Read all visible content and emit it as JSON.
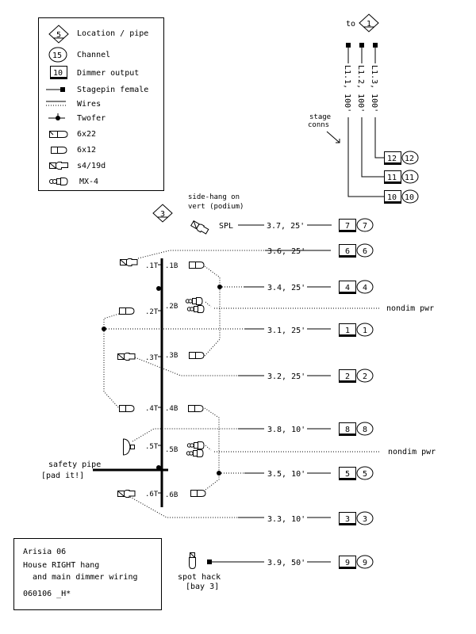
{
  "legend": {
    "items": [
      {
        "symbol": "location-diamond",
        "sample": "5",
        "label": "Location / pipe"
      },
      {
        "symbol": "channel-circle",
        "sample": "15",
        "label": "Channel"
      },
      {
        "symbol": "dimmer-box",
        "sample": "10",
        "label": "Dimmer output"
      },
      {
        "symbol": "stagepin-female",
        "label": "Stagepin female"
      },
      {
        "symbol": "wires",
        "label": "Wires"
      },
      {
        "symbol": "twofer",
        "label": "Twofer"
      },
      {
        "symbol": "fixture-6x22",
        "label": "6x22"
      },
      {
        "symbol": "fixture-6x12",
        "label": "6x12"
      },
      {
        "symbol": "fixture-s4-19d",
        "label": "s4/19d"
      },
      {
        "symbol": "fixture-mx4",
        "label": "MX-4"
      }
    ]
  },
  "stage": {
    "to_label": "to",
    "to_location": "1",
    "conns_label_1": "stage",
    "conns_label_2": "conns",
    "cables": [
      {
        "label": "L1.1, 100'",
        "dimmer": "10",
        "channel": "10"
      },
      {
        "label": "L1.2, 100'",
        "dimmer": "11",
        "channel": "11"
      },
      {
        "label": "L1.3, 100'",
        "dimmer": "12",
        "channel": "12"
      }
    ]
  },
  "location": {
    "number": "3",
    "note_line1": "side-hang on",
    "note_line2": "vert (podium)"
  },
  "spl": {
    "label": "SPL",
    "cable": "3.7, 25'",
    "dimmer": "7",
    "channel": "7"
  },
  "pipe_positions": {
    "t": [
      ".1T",
      ".2T",
      ".3T",
      ".4T",
      ".5T",
      ".6T"
    ],
    "b": [
      ".1B",
      ".2B",
      ".3B",
      ".4B",
      ".5B",
      ".6B"
    ]
  },
  "circuits": [
    {
      "cable": "3.6, 25'",
      "dimmer": "6",
      "channel": "6"
    },
    {
      "cable": "3.4, 25'",
      "dimmer": "4",
      "channel": "4"
    },
    {
      "cable": "3.1, 25'",
      "dimmer": "1",
      "channel": "1"
    },
    {
      "cable": "3.2, 25'",
      "dimmer": "2",
      "channel": "2"
    },
    {
      "cable": "3.8, 10'",
      "dimmer": "8",
      "channel": "8"
    },
    {
      "cable": "3.5, 10'",
      "dimmer": "5",
      "channel": "5"
    },
    {
      "cable": "3.3, 10'",
      "dimmer": "3",
      "channel": "3"
    },
    {
      "cable": "3.9, 50'",
      "dimmer": "9",
      "channel": "9"
    }
  ],
  "nondim": [
    "nondim pwr",
    "nondim pwr"
  ],
  "safety": {
    "line1": "safety pipe",
    "line2": "[pad it!]"
  },
  "spot": {
    "line1": "spot  hack",
    "line2": "[bay 3]"
  },
  "title_block": {
    "line1": "Arisia  06",
    "line2": "House RIGHT  hang",
    "line3": "  and main dimmer wiring",
    "line4": "060106 _H*"
  }
}
